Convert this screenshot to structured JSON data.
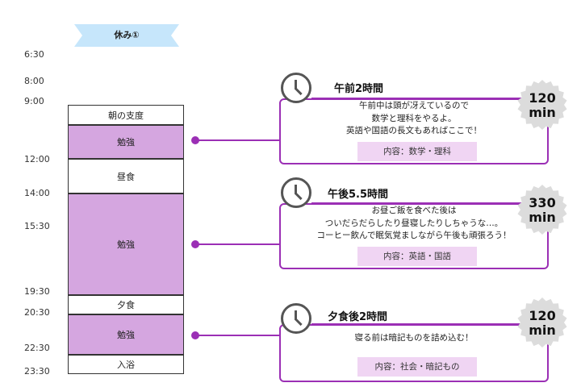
{
  "header": {
    "title": "休み①"
  },
  "times": [
    "6:30",
    "8:00",
    "9:00",
    "12:00",
    "14:00",
    "15:30",
    "19:30",
    "20:30",
    "22:30",
    "23:30"
  ],
  "blocks": [
    "朝の支度",
    "勉強",
    "昼食",
    "勉強",
    "夕食",
    "勉強",
    "入浴"
  ],
  "cards": [
    {
      "title": "午前2時間",
      "lines": [
        "午前中は頭が冴えているので",
        "数学と理科をやるよ。",
        "英語や国語の長文もあればここで！"
      ],
      "content": "内容：数学・理科",
      "badge_num": "120",
      "badge_unit": "min"
    },
    {
      "title": "午後5.5時間",
      "lines": [
        "お昼ご飯を食べた後は",
        "ついだらだらしたり昼寝したりしちゃうな…。",
        "コーヒー飲んで眠気覚ましながら午後も頑張ろう！"
      ],
      "content": "内容：英語・国語",
      "badge_num": "330",
      "badge_unit": "min"
    },
    {
      "title": "夕食後2時間",
      "lines": [
        "寝る前は暗記ものを詰め込む！"
      ],
      "content": "内容：社会・暗記もの",
      "badge_num": "120",
      "badge_unit": "min"
    }
  ],
  "colors": {
    "accent": "#9b2fb5",
    "study_block": "#d5a6e0",
    "content_bg": "#f0d5f3",
    "ribbon": "#c6e6fb",
    "badge": "#dcdcdc"
  },
  "icons": {
    "card_icon": "clock-icon"
  }
}
